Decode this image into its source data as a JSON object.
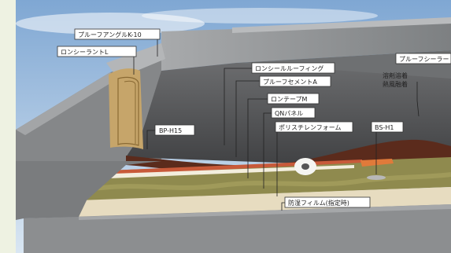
{
  "labels": {
    "proof_angle": "プルーフアングルK-10",
    "concealer_l": "ロンシーラントL",
    "concealing_roofing": "ロンシールルーフィング",
    "proof_cement": "プルーフセメントA",
    "ron_tape": "ロンテープM",
    "qn_panel": "QNパネル",
    "polyethylene_foam": "ポリスチレンフォーム",
    "bp_h15": "BP-H15",
    "bs_h1": "BS-H1",
    "proof_sealer": "プルーフシーラー",
    "solvent_weld": "溶剤溶着",
    "hot_air_weld": "熱風融着",
    "vapor_film": "防湿フィルム(指定時)"
  },
  "colors": {
    "background": "#eef2e2",
    "wall": "#8c8e90",
    "membrane": "#5a5b5d",
    "insulation": "#8f8a4e",
    "brown_layer": "#5b2b1c",
    "film": "#e7dcc0"
  }
}
